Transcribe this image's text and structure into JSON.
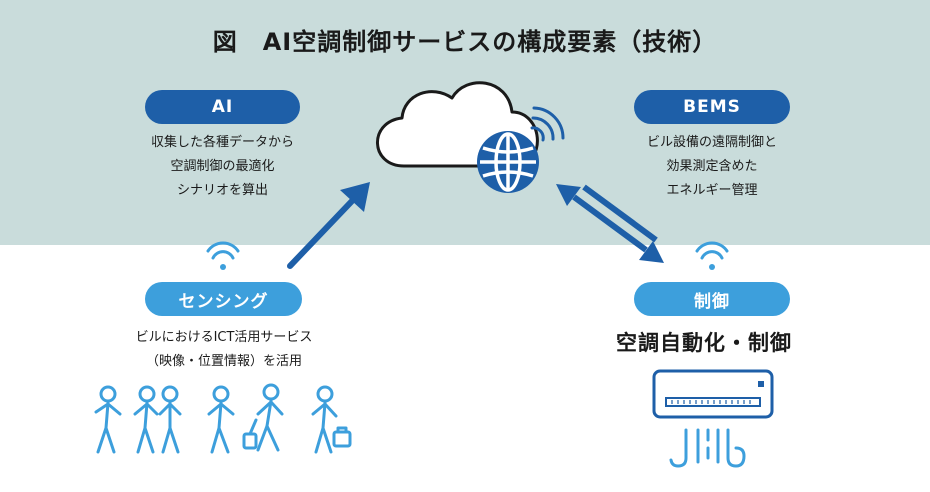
{
  "title": "図　AI空調制御サービスの構成要素（技術）",
  "ai": {
    "label": "AI",
    "desc": [
      "収集した各種データから",
      "空調制御の最適化",
      "シナリオを算出"
    ]
  },
  "bems": {
    "label": "BEMS",
    "desc": [
      "ビル設備の遠隔制御と",
      "効果測定含めた",
      "エネルギー管理"
    ]
  },
  "sensing": {
    "label": "センシング",
    "desc": [
      "ビルにおけるICT活用サービス",
      "（映像・位置情報）を活用"
    ]
  },
  "control": {
    "label": "制御",
    "big": "空調自動化・制御"
  },
  "colors": {
    "dark_blue": "#1e5fa8",
    "light_blue": "#3d9fdc",
    "band": "#c9dcdb"
  }
}
